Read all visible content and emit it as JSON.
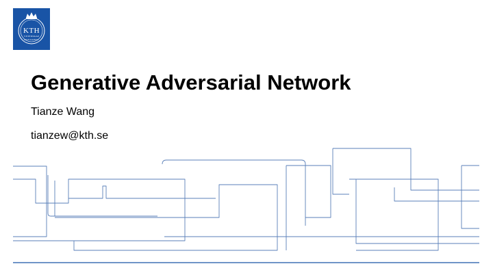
{
  "logo": {
    "name": "KTH",
    "line1": "VETENSKAP",
    "line2": "OCH KONST",
    "color": "#1954a6"
  },
  "slide": {
    "title": "Generative Adversarial Network",
    "author": "Tianze Wang",
    "email": "tianzew@kth.se"
  },
  "theme": {
    "accent": "#1954a6",
    "line_color": "#5a7fb8"
  }
}
